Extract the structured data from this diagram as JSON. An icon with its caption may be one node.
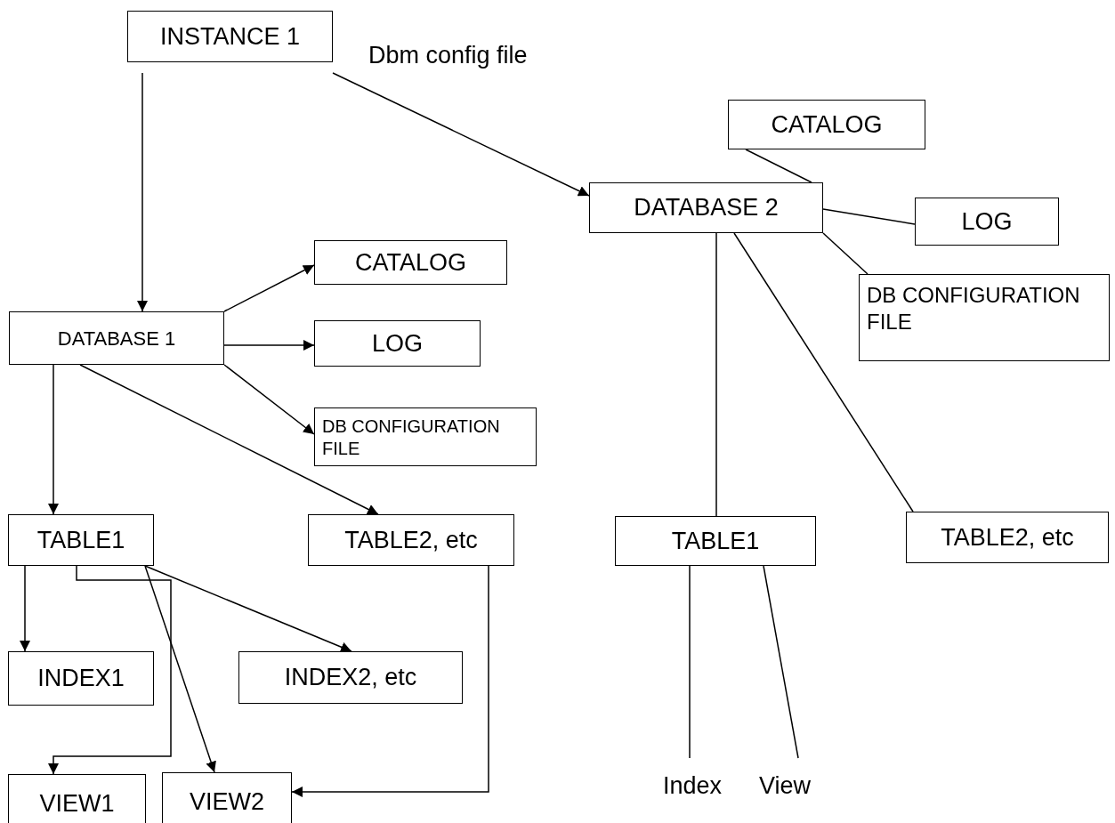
{
  "diagram": {
    "nodes": [
      {
        "text": [
          "INSTANCE 1"
        ]
      },
      {
        "text": [
          "DATABASE 1"
        ]
      },
      {
        "text": [
          "CATALOG"
        ]
      },
      {
        "text": [
          "LOG"
        ]
      },
      {
        "text": [
          "DB CONFIGURATION FILE"
        ]
      },
      {
        "text": [
          "DATABASE 2"
        ]
      },
      {
        "text": [
          "CATALOG"
        ]
      },
      {
        "text": [
          "LOG"
        ]
      },
      {
        "text": [
          "DB CONFIGURATION FILE"
        ]
      },
      {
        "text": [
          "TABLE1"
        ]
      },
      {
        "text": [
          "TABLE2, etc"
        ]
      },
      {
        "text": [
          "TABLE1"
        ]
      },
      {
        "text": [
          "TABLE2, etc"
        ]
      },
      {
        "text": [
          "INDEX1"
        ]
      },
      {
        "text": [
          "INDEX2, etc"
        ]
      },
      {
        "text": [
          "VIEW1"
        ]
      },
      {
        "text": [
          "VIEW2"
        ]
      },
      {
        "text": [
          "Index"
        ]
      },
      {
        "text": [
          "View"
        ]
      }
    ],
    "edges": [
      {
        "from": 0,
        "to": 1,
        "arrow": "to"
      },
      {
        "from": 0,
        "to": 5,
        "arrow": "to",
        "label": "Dbm config file"
      },
      {
        "from": 1,
        "to": 2,
        "arrow": "to"
      },
      {
        "from": 1,
        "to": 3,
        "arrow": "to"
      },
      {
        "from": 1,
        "to": 4,
        "arrow": "to"
      },
      {
        "from": 1,
        "to": 9,
        "arrow": "to"
      },
      {
        "from": 1,
        "to": 10,
        "arrow": "to"
      },
      {
        "from": 5,
        "to": 6,
        "arrow": "none"
      },
      {
        "from": 5,
        "to": 7,
        "arrow": "none"
      },
      {
        "from": 5,
        "to": 8,
        "arrow": "none"
      },
      {
        "from": 5,
        "to": 11,
        "arrow": "none"
      },
      {
        "from": 5,
        "to": 12,
        "arrow": "none"
      },
      {
        "from": 9,
        "to": 13,
        "arrow": "to"
      },
      {
        "from": 9,
        "to": 15,
        "arrow": "to"
      },
      {
        "from": 9,
        "to": 14,
        "arrow": "to"
      },
      {
        "from": 9,
        "to": 16,
        "arrow": "to"
      },
      {
        "from": 10,
        "to": 16,
        "arrow": "to"
      },
      {
        "from": 11,
        "to": 17,
        "arrow": "none"
      },
      {
        "from": 11,
        "to": 18,
        "arrow": "none"
      }
    ]
  }
}
